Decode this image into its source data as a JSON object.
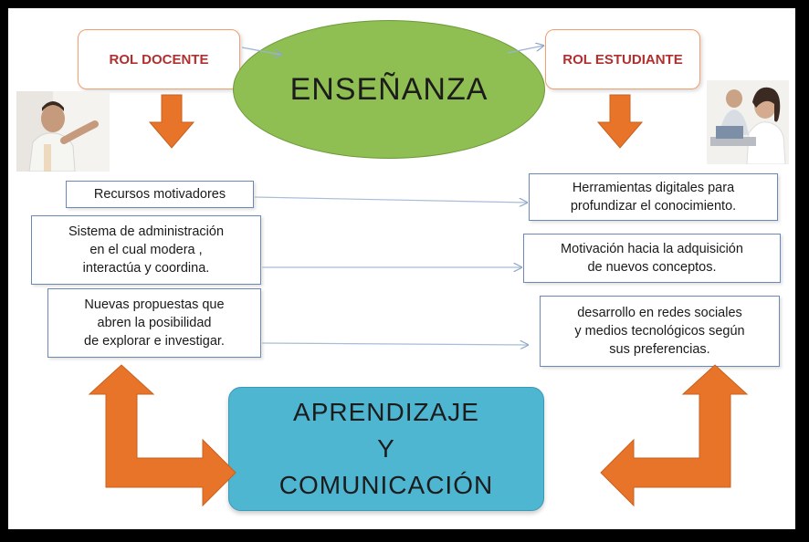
{
  "center_top": {
    "label": "ENSEÑANZA"
  },
  "roles": {
    "teacher": "ROL DOCENTE",
    "student": "ROL ESTUDIANTE"
  },
  "left_boxes": [
    "Recursos motivadores",
    "Sistema de administración\nen el cual modera ,\ninteractúa y coordina.",
    "Nuevas propuestas que\nabren la posibilidad\nde explorar e investigar."
  ],
  "right_boxes": [
    "Herramientas digitales para\nprofundizar el conocimiento.",
    "Motivación hacia la adquisición\nde nuevos conceptos.",
    "desarrollo en redes sociales\ny medios tecnológicos según\nsus preferencias."
  ],
  "center_bottom": {
    "line1": "APRENDIZAJE",
    "line2": "Y",
    "line3": "COMUNICACIÓN"
  },
  "colors": {
    "ellipse": "#8fbf52",
    "bottom_box": "#4fb6d2",
    "arrow": "#e8742a",
    "box_border": "#6b88b8",
    "role_border": "#f0a070",
    "role_text": "#b03030"
  }
}
